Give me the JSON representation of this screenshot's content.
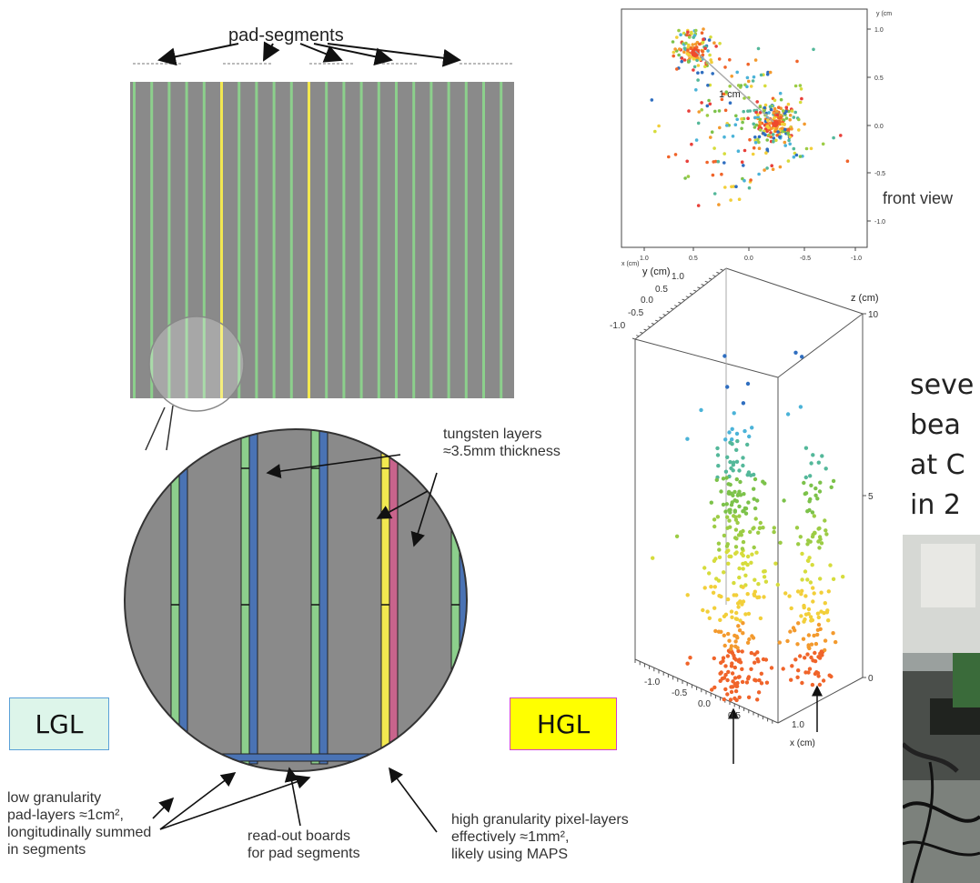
{
  "stack": {
    "pad_segments_label": "pad-segments"
  },
  "detail": {
    "tungsten_label": "tungsten layers",
    "tungsten_sub": "≈3.5mm thickness",
    "lgl_label": "LGL",
    "hgl_label": "HGL",
    "low_granularity_lines": [
      "low granularity",
      "pad-layers ≈1cm²,",
      "longitudinally summed",
      "in segments"
    ],
    "readout_lines": [
      "read-out boards",
      "for pad segments"
    ],
    "high_granularity_lines": [
      "high granularity pixel-layers",
      "effectively ≈1mm²,",
      "likely using MAPS"
    ]
  },
  "front_view": {
    "label": "front view",
    "distance_label": "1 cm",
    "y_axis_title": "y (cm)",
    "x_axis_title": "x (cm)",
    "y_ticks": [
      "1.0",
      "0.5",
      "0.0",
      "-0.5",
      "-1.0"
    ],
    "x_ticks": [
      "1.0",
      "0.5",
      "0.0",
      "-0.5",
      "-1.0"
    ]
  },
  "three_d": {
    "y_axis_title": "y (cm)",
    "y_ticks": [
      "1.0",
      "0.5",
      "0.0",
      "-0.5",
      "-1.0"
    ],
    "z_axis_title": "z (cm)",
    "z_ticks": [
      "10",
      "5",
      "0"
    ],
    "x_axis_title": "x (cm)",
    "x_ticks": [
      "-1.0",
      "-0.5",
      "0.0",
      "0.5",
      "1.0"
    ]
  },
  "right_text": {
    "lines": [
      "seve",
      "bea",
      "at C",
      "in 2"
    ]
  },
  "colors": {
    "tungsten_gray": "#8a8a8a",
    "pad_layer_green": "#8ccf8c",
    "pixel_layer_yellow": "#f2e850",
    "readout_blue": "#4a73b4",
    "lgl_bg": "#ddf5ea",
    "lgl_border": "#5aa0d8",
    "hgl_bg": "#ffff00",
    "hgl_border": "#d23fd2"
  }
}
